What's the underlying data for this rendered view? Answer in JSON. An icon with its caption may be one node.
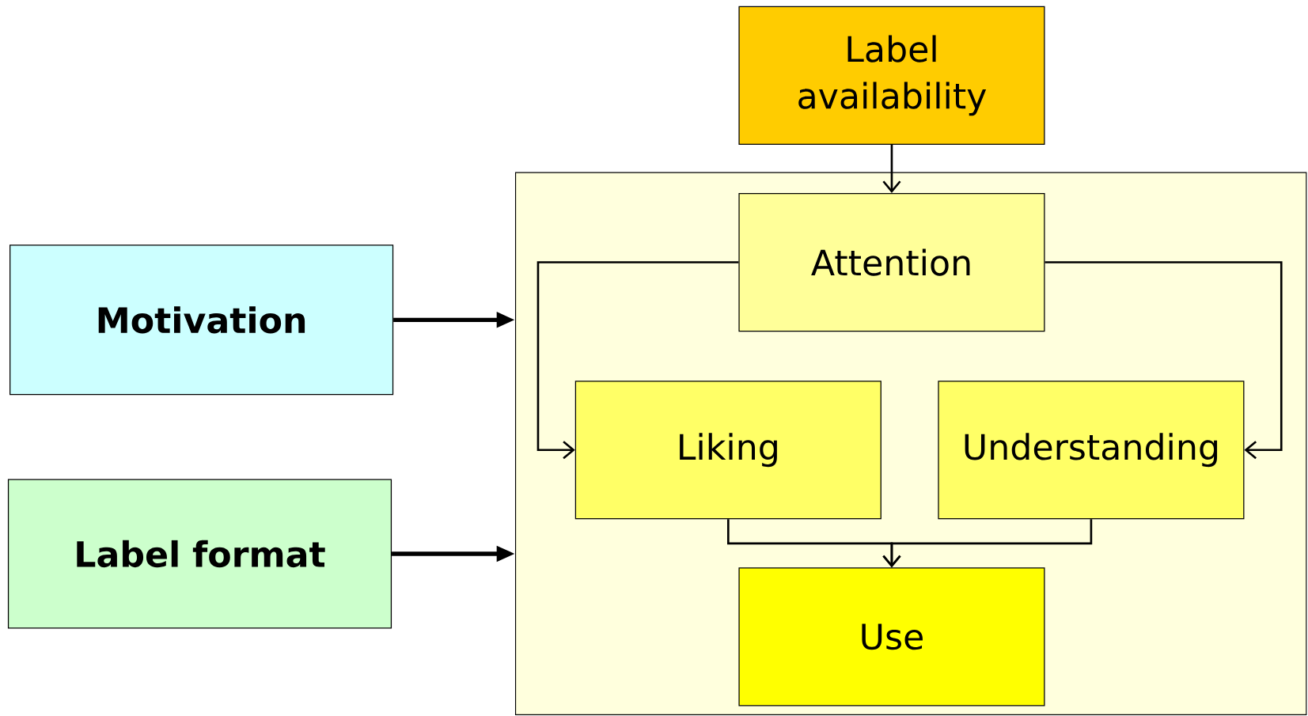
{
  "diagram": {
    "nodes": [
      {
        "text": [
          "Label availability"
        ]
      },
      {
        "text": [],
        "shape": "box"
      },
      {
        "text": [
          "Attention"
        ],
        "in": 1
      },
      {
        "text": [
          "Liking"
        ],
        "in": 1
      },
      {
        "text": [
          "Understanding"
        ],
        "in": 1
      },
      {
        "text": [
          "Use"
        ],
        "in": 1
      },
      {
        "text": [
          "Motivation"
        ]
      },
      {
        "text": [
          "Label format"
        ]
      }
    ],
    "edges": [
      {
        "from": 0,
        "to": 2,
        "arrow": "to"
      },
      {
        "from": 2,
        "to": 3,
        "arrow": "to"
      },
      {
        "from": 2,
        "to": 4,
        "arrow": "to"
      },
      {
        "from": 3,
        "to": 5,
        "arrow": "to"
      },
      {
        "from": 4,
        "to": 5,
        "arrow": "to"
      },
      {
        "from": 6,
        "to": 1,
        "arrow": "to",
        "style": "thick"
      },
      {
        "from": 7,
        "to": 1,
        "arrow": "to",
        "style": "thick"
      }
    ]
  }
}
